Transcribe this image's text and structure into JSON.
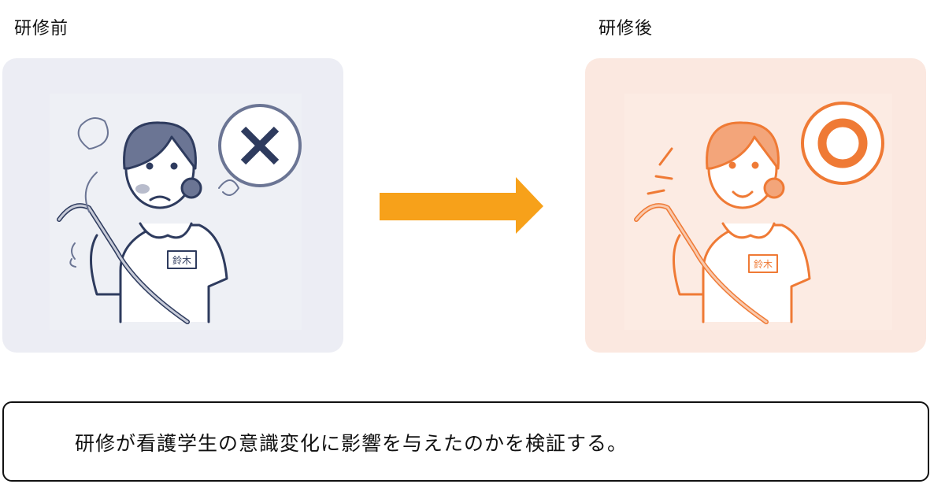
{
  "before": {
    "title": "研修前",
    "badge_icon": "cross-mark-icon",
    "name_tag": "鈴木",
    "color": "#2e3b5e"
  },
  "after": {
    "title": "研修後",
    "badge_icon": "double-circle-icon",
    "name_tag": "鈴木",
    "color": "#ef7a35"
  },
  "arrow": {
    "icon": "right-arrow-icon",
    "color": "#f7a11a"
  },
  "caption": "研修が看護学生の意識変化に影響を与えたのかを検証する。"
}
